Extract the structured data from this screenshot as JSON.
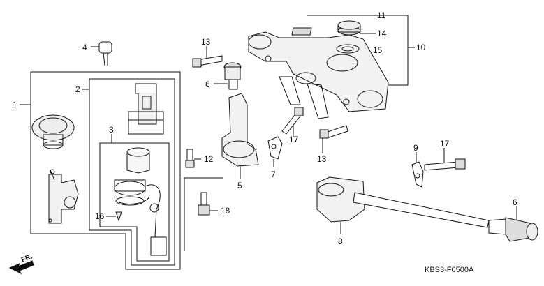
{
  "diagram": {
    "part_labels": [
      "1",
      "2",
      "3",
      "4",
      "5",
      "6",
      "6",
      "7",
      "8",
      "9",
      "11",
      "12",
      "13",
      "13",
      "14",
      "15",
      "10",
      "16",
      "17",
      "17",
      "18"
    ],
    "direction_label": "FR.",
    "figure_code": "KBS3-F0500A"
  }
}
